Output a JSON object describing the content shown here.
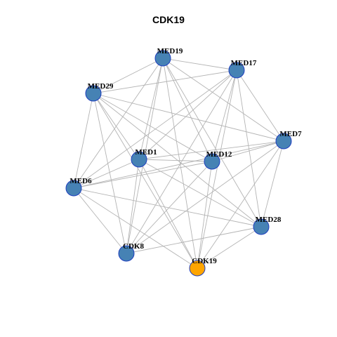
{
  "title": "CDK19",
  "colors": {
    "default_node": "#4682b4",
    "highlight_node": "#ffa500",
    "node_border": "#1f3fbf",
    "edge": "#b4b4b4"
  },
  "nodes": [
    {
      "id": "MED19",
      "label": "MED19",
      "highlight": false
    },
    {
      "id": "MED17",
      "label": "MED17",
      "highlight": false
    },
    {
      "id": "MED29",
      "label": "MED29",
      "highlight": false
    },
    {
      "id": "MED7",
      "label": "MED7",
      "highlight": false
    },
    {
      "id": "MED1",
      "label": "MED1",
      "highlight": false
    },
    {
      "id": "MED12",
      "label": "MED12",
      "highlight": false
    },
    {
      "id": "MED6",
      "label": "MED6",
      "highlight": false
    },
    {
      "id": "MED28",
      "label": "MED28",
      "highlight": false
    },
    {
      "id": "CDK8",
      "label": "CDK8",
      "highlight": false
    },
    {
      "id": "CDK19",
      "label": "CDK19",
      "highlight": true
    }
  ],
  "edges": [
    [
      "MED19",
      "MED17"
    ],
    [
      "MED19",
      "MED29"
    ],
    [
      "MED19",
      "MED7"
    ],
    [
      "MED19",
      "MED1"
    ],
    [
      "MED19",
      "MED12"
    ],
    [
      "MED19",
      "MED6"
    ],
    [
      "MED19",
      "CDK8"
    ],
    [
      "MED19",
      "CDK19"
    ],
    [
      "MED19",
      "MED28"
    ],
    [
      "MED17",
      "MED29"
    ],
    [
      "MED17",
      "MED7"
    ],
    [
      "MED17",
      "MED1"
    ],
    [
      "MED17",
      "MED12"
    ],
    [
      "MED17",
      "MED6"
    ],
    [
      "MED17",
      "CDK8"
    ],
    [
      "MED17",
      "CDK19"
    ],
    [
      "MED17",
      "MED28"
    ],
    [
      "MED29",
      "MED7"
    ],
    [
      "MED29",
      "MED1"
    ],
    [
      "MED29",
      "MED12"
    ],
    [
      "MED29",
      "MED6"
    ],
    [
      "MED29",
      "CDK8"
    ],
    [
      "MED29",
      "CDK19"
    ],
    [
      "MED29",
      "MED28"
    ],
    [
      "MED7",
      "MED1"
    ],
    [
      "MED7",
      "MED12"
    ],
    [
      "MED7",
      "MED6"
    ],
    [
      "MED7",
      "CDK8"
    ],
    [
      "MED7",
      "CDK19"
    ],
    [
      "MED7",
      "MED28"
    ],
    [
      "MED1",
      "MED12"
    ],
    [
      "MED1",
      "MED6"
    ],
    [
      "MED1",
      "CDK8"
    ],
    [
      "MED1",
      "CDK19"
    ],
    [
      "MED1",
      "MED28"
    ],
    [
      "MED12",
      "MED6"
    ],
    [
      "MED12",
      "CDK8"
    ],
    [
      "MED12",
      "CDK19"
    ],
    [
      "MED6",
      "CDK8"
    ],
    [
      "MED6",
      "CDK19"
    ],
    [
      "MED6",
      "MED28"
    ],
    [
      "CDK8",
      "MED28"
    ],
    [
      "CDK19",
      "MED28"
    ]
  ]
}
